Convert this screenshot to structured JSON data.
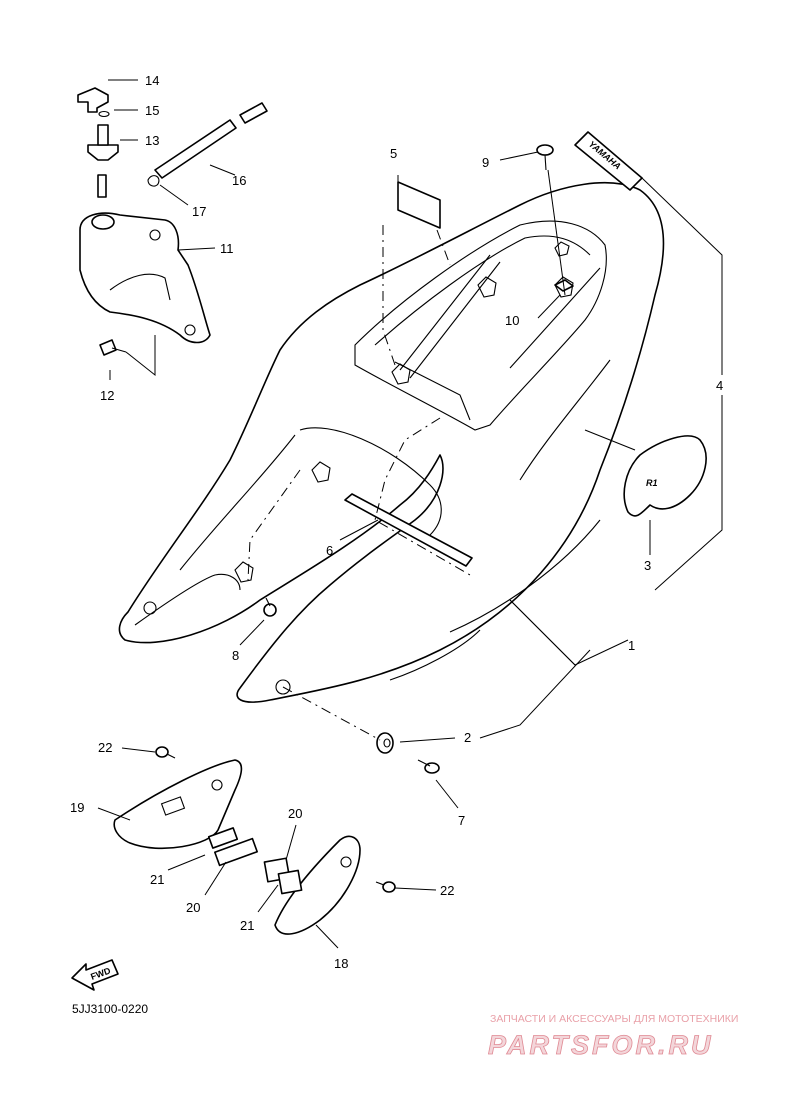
{
  "diagram": {
    "callouts": {
      "c1": "1",
      "c2": "2",
      "c3": "3",
      "c4": "4",
      "c5": "5",
      "c6": "6",
      "c7": "7",
      "c8": "8",
      "c9": "9",
      "c10": "10",
      "c11": "11",
      "c12": "12",
      "c13": "13",
      "c14": "14",
      "c15": "15",
      "c16": "16",
      "c17": "17",
      "c18": "18",
      "c19": "19",
      "c20a": "20",
      "c20b": "20",
      "c21a": "21",
      "c21b": "21",
      "c22a": "22",
      "c22b": "22"
    },
    "fwd_label": "FWD",
    "decal_text": "YAMAHA",
    "emblem_text": "R1",
    "drawing_code": "5JJ3100-0220"
  },
  "watermark": {
    "tagline": "ЗАПЧАСТИ И АКСЕССУАРЫ ДЛЯ МОТОТЕХНИКИ",
    "logo": "PARTSFOR.RU",
    "colors": {
      "fill": "#f3d6da",
      "stroke": "#e08a94",
      "text": "#e9a0a8"
    }
  }
}
